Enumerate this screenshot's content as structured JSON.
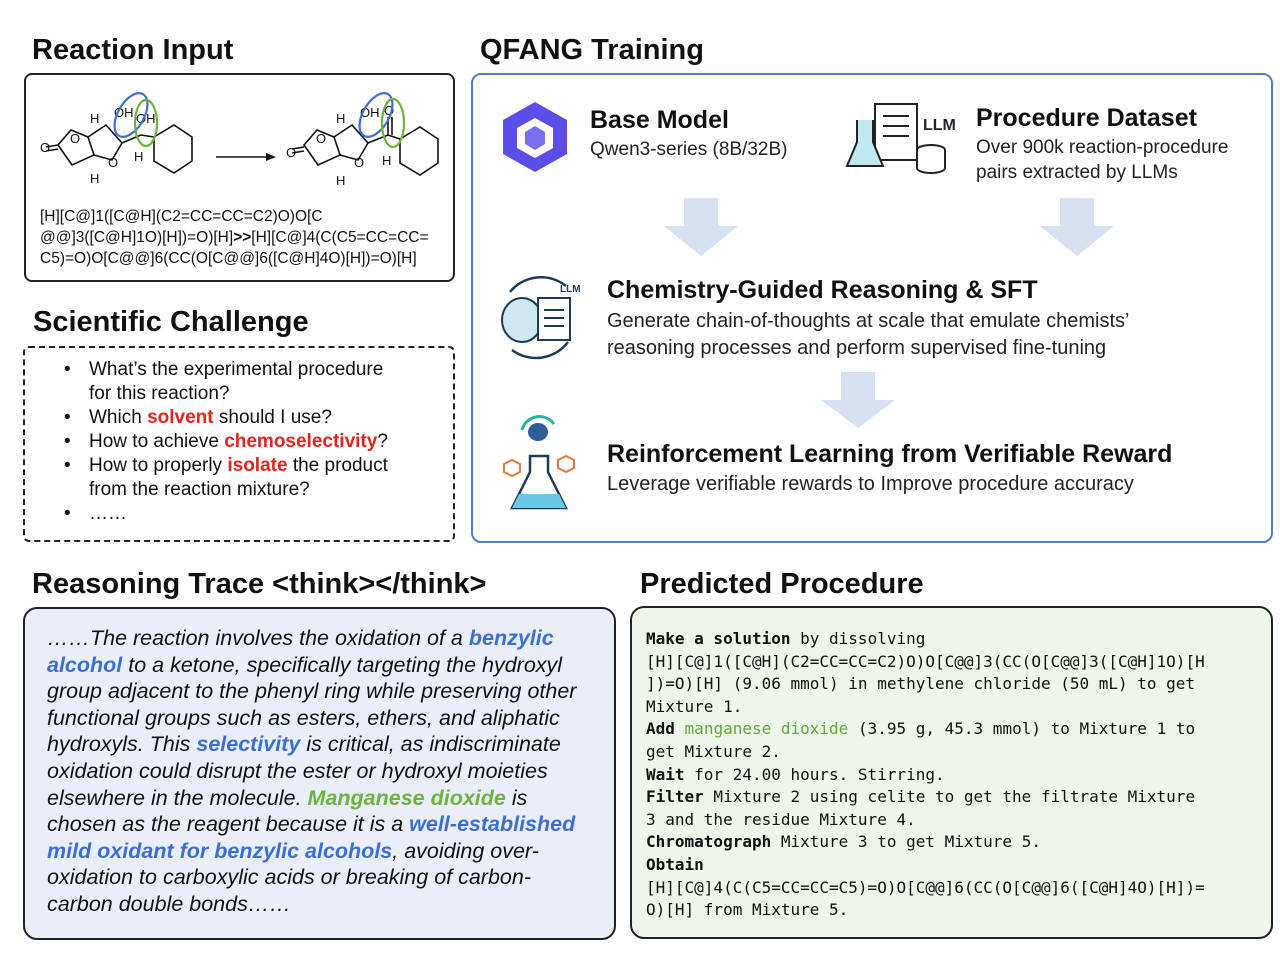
{
  "reaction_input": {
    "title": "Reaction Input",
    "arrow_label": "",
    "smiles_lines": [
      [
        "[H][C@]1([C@H](C2=CC=CC=C2)O)O[C",
        "",
        ""
      ],
      [
        "@@]3([C@H]1O)[H])=O)[H]",
        ">>",
        "[H][C@]4(C(C5=CC=CC="
      ],
      [
        "C5)=O)O[C@@]6(CC(O[C@@]6([C@H]4O)[H])=O)[H]",
        "",
        ""
      ]
    ],
    "atom_labels": {
      "h": "H",
      "oh": "OH",
      "o": "O"
    }
  },
  "challenge": {
    "title": "Scientific Challenge",
    "items": [
      {
        "pre": "What’s the experimental procedure",
        "hl": "",
        "post": "",
        "line2": "for this reaction?"
      },
      {
        "pre": "Which ",
        "hl": "solvent",
        "post": " should I use?",
        "line2": ""
      },
      {
        "pre": "How to achieve ",
        "hl": "chemoselectivity",
        "post": "?",
        "line2": ""
      },
      {
        "pre": "How to properly ",
        "hl": "isolate",
        "post": " the product",
        "line2": "from the reaction mixture?"
      },
      {
        "pre": "……",
        "hl": "",
        "post": "",
        "line2": ""
      }
    ]
  },
  "training": {
    "title": "QFANG Training",
    "base_model": {
      "title": "Base Model",
      "desc": "Qwen3-series (8B/32B)"
    },
    "dataset": {
      "title": "Procedure Dataset",
      "desc1": "Over 900k reaction-procedure",
      "desc2": "pairs extracted by LLMs",
      "icon_label": "LLM"
    },
    "sft": {
      "title": "Chemistry-Guided Reasoning & SFT",
      "desc1": "Generate chain-of-thoughts at scale that emulate chemists’",
      "desc2": "reasoning processes and perform supervised fine-tuning",
      "icon_label": "LLM"
    },
    "rl": {
      "title": "Reinforcement Learning from Verifiable Reward",
      "desc": "Leverage verifiable rewards to Improve procedure accuracy"
    }
  },
  "trace": {
    "title": "Reasoning Trace <think></think>",
    "lines": [
      [
        [
          "n",
          "……The reaction involves the oxidation of a "
        ],
        [
          "b",
          "benzylic"
        ]
      ],
      [
        [
          "b",
          "alcohol"
        ],
        [
          "n",
          " to a ketone, specifically targeting the hydroxyl"
        ]
      ],
      [
        [
          "n",
          "group adjacent to the phenyl ring while preserving other"
        ]
      ],
      [
        [
          "n",
          "functional groups such as esters, ethers, and aliphatic"
        ]
      ],
      [
        [
          "n",
          "hydroxyls. This "
        ],
        [
          "b",
          "selectivity"
        ],
        [
          "n",
          " is critical, as indiscriminate"
        ]
      ],
      [
        [
          "n",
          "oxidation could disrupt the ester or hydroxyl moieties"
        ]
      ],
      [
        [
          "n",
          "elsewhere in the molecule. "
        ],
        [
          "g",
          "Manganese dioxide"
        ],
        [
          "n",
          " is"
        ]
      ],
      [
        [
          "n",
          "chosen as the reagent because it is a "
        ],
        [
          "b",
          "well-established"
        ]
      ],
      [
        [
          "b",
          "mild oxidant for benzylic alcohols"
        ],
        [
          "n",
          ", avoiding over-"
        ]
      ],
      [
        [
          "n",
          "oxidation to carboxylic acids or breaking of carbon-"
        ]
      ],
      [
        [
          "n",
          "carbon double bonds……"
        ]
      ]
    ]
  },
  "procedure": {
    "title": "Predicted Procedure",
    "lines": [
      [
        [
          "b",
          "Make a solution"
        ],
        [
          "n",
          " by dissolving"
        ]
      ],
      [
        [
          "n",
          "[H][C@]1([C@H](C2=CC=CC=C2)O)O[C@@]3(CC(O[C@@]3([C@H]1O)[H"
        ]
      ],
      [
        [
          "n",
          "])=O)[H] (9.06 mmol) in methylene chloride (50 mL) to get"
        ]
      ],
      [
        [
          "n",
          "Mixture 1."
        ]
      ],
      [
        [
          "b",
          "Add"
        ],
        [
          "n",
          " "
        ],
        [
          "g",
          "manganese dioxide"
        ],
        [
          "n",
          " (3.95 g, 45.3 mmol) to Mixture 1 to"
        ]
      ],
      [
        [
          "n",
          "get Mixture 2."
        ]
      ],
      [
        [
          "b",
          "Wait"
        ],
        [
          "n",
          " for 24.00 hours. Stirring."
        ]
      ],
      [
        [
          "b",
          "Filter"
        ],
        [
          "n",
          " Mixture 2 using celite to get the filtrate Mixture"
        ]
      ],
      [
        [
          "n",
          "3 and the residue Mixture 4."
        ]
      ],
      [
        [
          "b",
          "Chromatograph"
        ],
        [
          "n",
          " Mixture 3 to get Mixture 5."
        ]
      ],
      [
        [
          "b",
          "Obtain"
        ]
      ],
      [
        [
          "n",
          "[H][C@]4(C(C5=CC=CC=C5)=O)O[C@@]6(CC(O[C@@]6([C@H]4O)[H])="
        ]
      ],
      [
        [
          "n",
          "O)[H] from Mixture 5."
        ]
      ]
    ]
  },
  "colors": {
    "blue_border": "#4a7fd4",
    "trace_bg": "#e9eef8",
    "proc_bg": "#eef5ea",
    "arrow": "#d6e0f0",
    "red": "#e8221c",
    "blue": "#3b6fd4",
    "green": "#6db33f"
  }
}
